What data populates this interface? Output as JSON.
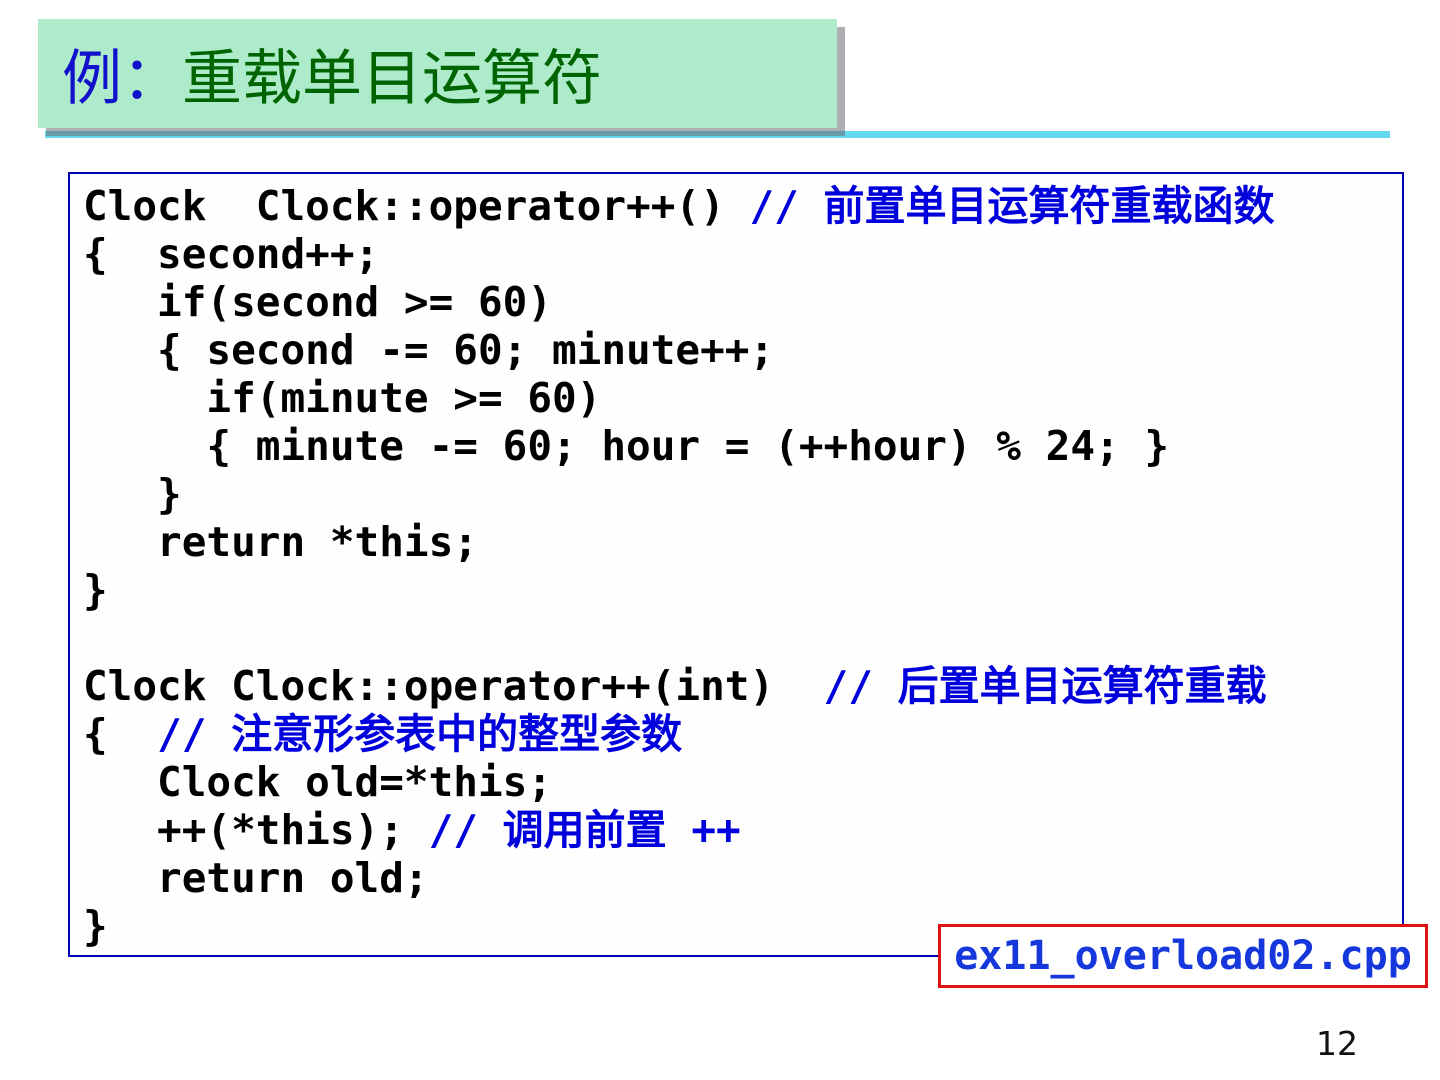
{
  "colors": {
    "title-bg": "#ADEBCA",
    "title-blue": "#1111CC",
    "title-green": "#006400",
    "cyan-line": "#64D8EE",
    "box-border-blue": "#0000B4",
    "comment-blue": "#0000DC",
    "filename-blue": "#1637DC",
    "red-border": "#DE1212"
  },
  "title": {
    "prefix": "例：",
    "text": "重载单目运算符"
  },
  "code_block": {
    "lines": [
      [
        {
          "t": "code",
          "s": "Clock  Clock::operator++() "
        },
        {
          "t": "comment",
          "s": "// 前置单目运算符重载函数"
        }
      ],
      [
        {
          "t": "code",
          "s": "{  second++;"
        }
      ],
      [
        {
          "t": "code",
          "s": "   if(second >= 60)"
        }
      ],
      [
        {
          "t": "code",
          "s": "   { second -= 60; minute++;"
        }
      ],
      [
        {
          "t": "code",
          "s": "     if(minute >= 60)"
        }
      ],
      [
        {
          "t": "code",
          "s": "     { minute -= 60; hour = (++hour) % 24; }"
        }
      ],
      [
        {
          "t": "code",
          "s": "   }"
        }
      ],
      [
        {
          "t": "code",
          "s": "   return *this;"
        }
      ],
      [
        {
          "t": "code",
          "s": "}"
        }
      ],
      [],
      [
        {
          "t": "code",
          "s": "Clock Clock::operator++(int)  "
        },
        {
          "t": "comment",
          "s": "// 后置单目运算符重载"
        }
      ],
      [
        {
          "t": "code",
          "s": "{  "
        },
        {
          "t": "comment",
          "s": "// 注意形参表中的整型参数"
        }
      ],
      [
        {
          "t": "code",
          "s": "   Clock old=*this;"
        }
      ],
      [
        {
          "t": "code",
          "s": "   ++(*this); "
        },
        {
          "t": "comment",
          "s": "// 调用前置 ++"
        }
      ],
      [
        {
          "t": "code",
          "s": "   return old;"
        }
      ],
      [
        {
          "t": "code",
          "s": "}"
        }
      ]
    ]
  },
  "filename_box": {
    "label": "ex11_overload02.cpp"
  },
  "footer": {
    "page_number": "12"
  }
}
